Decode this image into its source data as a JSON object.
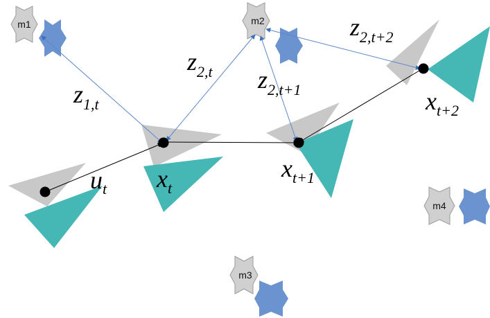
{
  "colors": {
    "pose_gray": "#c8c8c8",
    "pose_teal": "#45b7b4",
    "est_blue": "#6b93cf",
    "landmark_gray": "#d0d0d0",
    "landmark_stroke": "#9a9a9a",
    "obs_line": "#5b87c9",
    "motion_line": "#000000"
  },
  "landmarks": {
    "m1": {
      "label": "m1"
    },
    "m2": {
      "label": "m2"
    },
    "m3": {
      "label": "m3"
    },
    "m4": {
      "label": "m4"
    }
  },
  "labels": {
    "u_t": {
      "main": "u",
      "sub": "t"
    },
    "x_t": {
      "main": "x",
      "sub": "t"
    },
    "x_t1": {
      "main": "x",
      "sub": "t+1"
    },
    "x_t2": {
      "main": "x",
      "sub": "t+2"
    },
    "z1t": {
      "main": "z",
      "sub": "1,t"
    },
    "z2t": {
      "main": "z",
      "sub": "2,t"
    },
    "z2t1": {
      "main": "z",
      "sub": "2,t+1"
    },
    "z2t2": {
      "main": "z",
      "sub": "2,t+2"
    }
  }
}
